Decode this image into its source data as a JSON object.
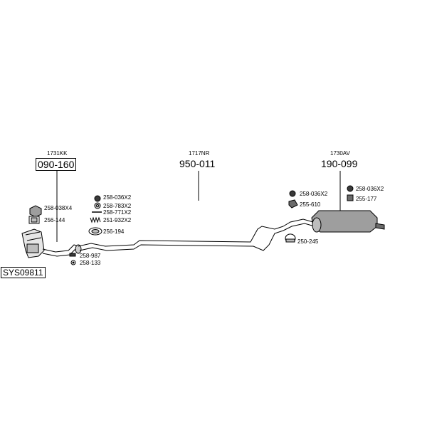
{
  "system_code": "SYS09811",
  "sections": [
    {
      "small_code": "1731KK",
      "main_number": "090-160",
      "boxed": true
    },
    {
      "small_code": "1717NR",
      "main_number": "950-011",
      "boxed": false
    },
    {
      "small_code": "1730AV",
      "main_number": "190-099",
      "boxed": false
    }
  ],
  "parts_left": [
    {
      "code": "258-038X4",
      "icon": "clamp-ring-icon"
    },
    {
      "code": "256-144",
      "icon": "gasket-icon"
    },
    {
      "code": "258-987",
      "icon": "bolt-icon"
    },
    {
      "code": "258-133",
      "icon": "nut-icon"
    }
  ],
  "parts_middle": [
    {
      "code": "258-036X2",
      "icon": "rubber-mount-icon"
    },
    {
      "code": "258-783X2",
      "icon": "washer-icon"
    },
    {
      "code": "258-771X2",
      "icon": "pin-icon"
    },
    {
      "code": "251-932X2",
      "icon": "spring-icon"
    },
    {
      "code": "256-194",
      "icon": "flange-gasket-icon"
    }
  ],
  "parts_right_a": [
    {
      "code": "258-036X2",
      "icon": "rubber-mount-icon"
    },
    {
      "code": "255-610",
      "icon": "bracket-icon"
    },
    {
      "code": "250-245",
      "icon": "clamp-icon"
    }
  ],
  "parts_right_b": [
    {
      "code": "258-036X2",
      "icon": "rubber-mount-icon"
    },
    {
      "code": "255-177",
      "icon": "hanger-icon"
    }
  ],
  "colors": {
    "line": "#000000",
    "fill": "#d9d9d9",
    "dark": "#6b6b6b"
  }
}
